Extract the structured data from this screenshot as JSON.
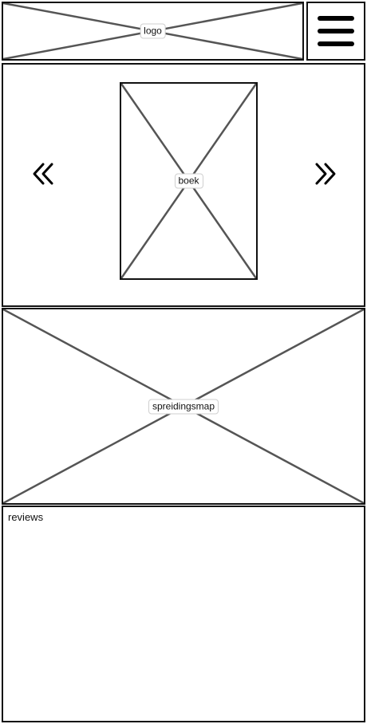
{
  "header": {
    "logo_label": "logo",
    "menu_icon": "hamburger-menu-icon"
  },
  "carousel": {
    "book_label": "boek",
    "prev_icon": "double-chevron-left-icon",
    "next_icon": "double-chevron-right-icon"
  },
  "map": {
    "label": "spreidingsmap"
  },
  "reviews": {
    "title": "reviews"
  }
}
